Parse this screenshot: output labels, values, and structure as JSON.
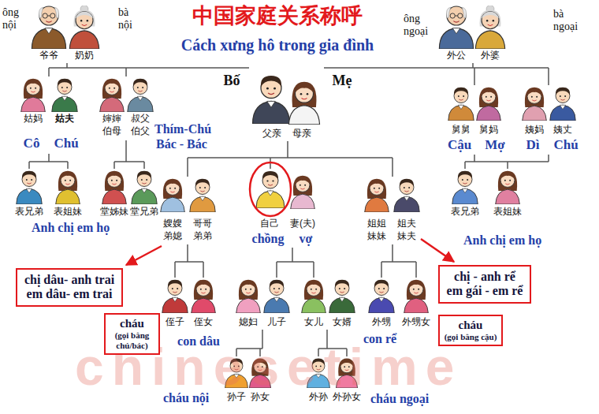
{
  "diagram": {
    "title": "中国家庭关系称呼",
    "nodes": [
      {
        "text": [
          "chị dâu- anh trai",
          "em dâu- em trai"
        ]
      },
      {
        "text": [
          "chị - anh rể",
          "em gái - em rể"
        ]
      },
      {
        "text": [
          "cháu",
          "(gọi bằng chú/bác)"
        ]
      },
      {
        "text": [
          "cháu",
          "(gọi bằng cậu)"
        ]
      }
    ],
    "labels": [
      "ông nội",
      "bà nội",
      "爷爷",
      "奶奶",
      "Cách xưng hô trong gia đình",
      "ông ngoại",
      "bà ngoại",
      "外公",
      "外婆",
      "Bố",
      "Mẹ",
      "姑妈",
      "姑夫",
      "Cô",
      "Chú",
      "婶婶",
      "叔父",
      "伯母",
      "伯父",
      "Thím-Chú",
      "Bác - Bác",
      "父亲",
      "母亲",
      "舅舅",
      "舅妈",
      "Cậu",
      "Mợ",
      "姨妈",
      "姨丈",
      "Dì",
      "Chú",
      "表兄弟",
      "表姐妹",
      "Anh chị em họ",
      "堂姊妹",
      "堂兄弟",
      "嫂嫂",
      "哥哥",
      "弟媳",
      "弟弟",
      "自己",
      "妻(夫)",
      "chồng",
      "vợ",
      "姐姐",
      "姐夫",
      "妹妹",
      "妹夫",
      "表兄弟",
      "表姐妹",
      "Anh chị em họ",
      "侄子",
      "侄女",
      "媳妇",
      "儿子",
      "女儿",
      "女婿",
      "外甥",
      "外甥女",
      "con dâu",
      "con rể",
      "chinesetime",
      "cháu nội",
      "孙子",
      "孙女",
      "外孙",
      "外孙女",
      "cháu ngoại"
    ]
  }
}
